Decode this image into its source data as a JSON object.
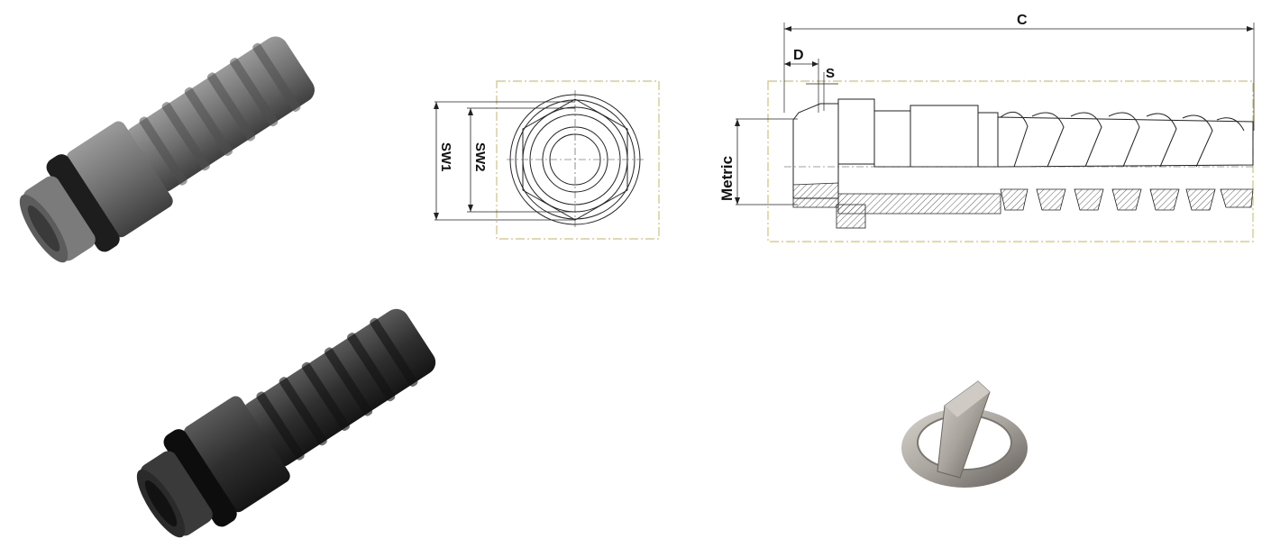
{
  "labels": {
    "sw1": "SW1",
    "sw2": "SW2",
    "c": "C",
    "d": "D",
    "s": "S",
    "metric": "Metric"
  },
  "colors": {
    "grey_body": "#6f6f6f",
    "grey_dark": "#4a4a4a",
    "black_body": "#2f2f2f",
    "black_dark": "#1c1c1c",
    "outline": "#e8d79a",
    "metal": "#a8a39d"
  }
}
